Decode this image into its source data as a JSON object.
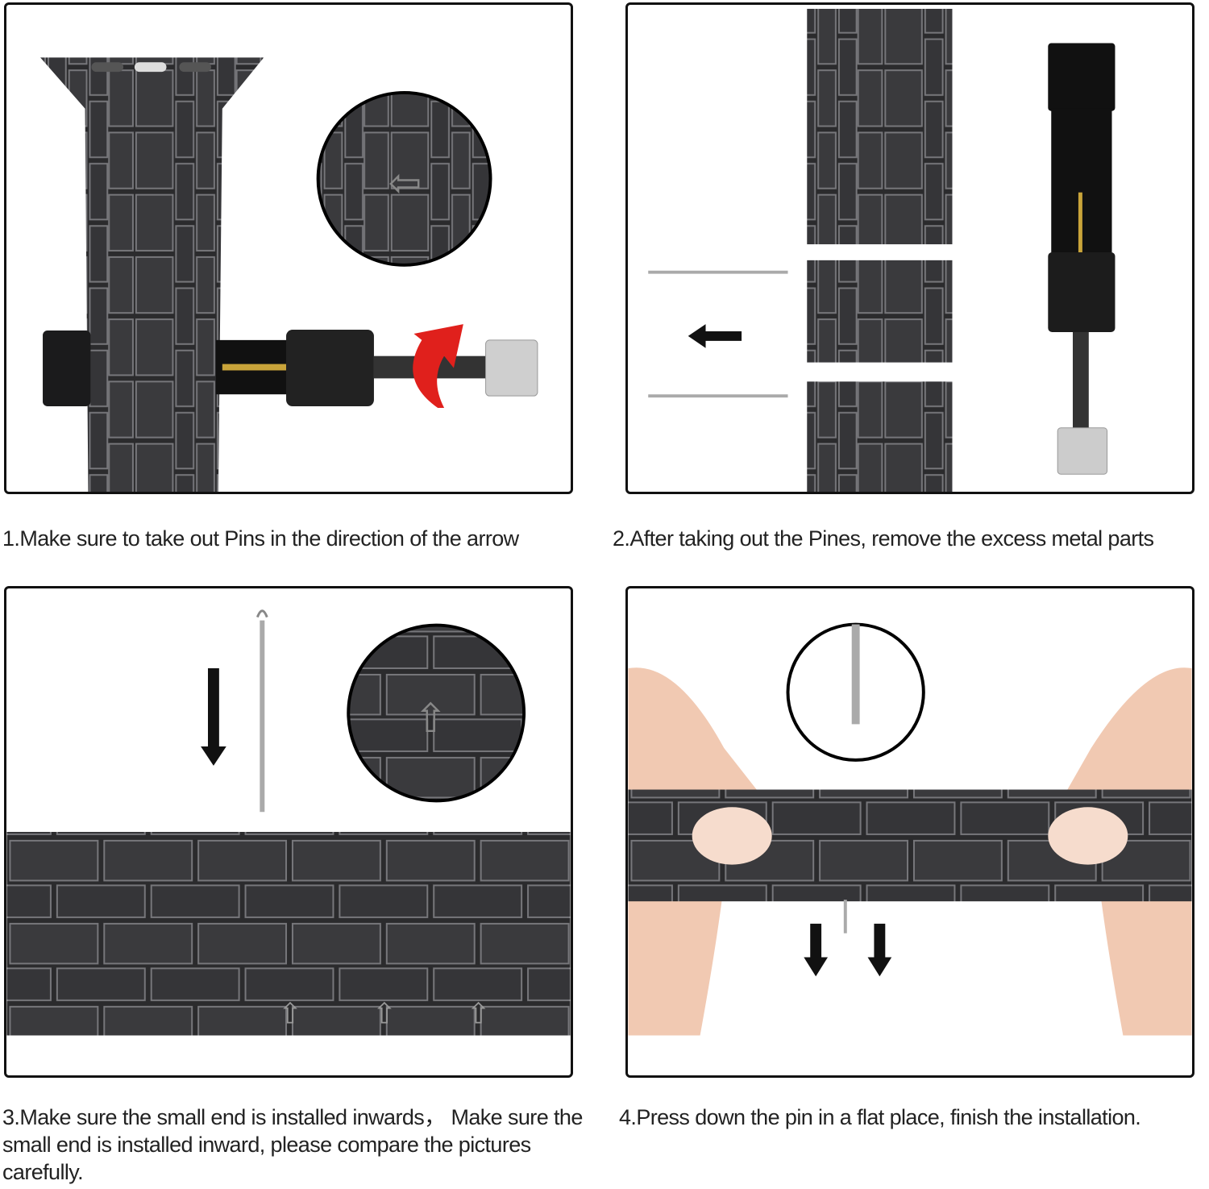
{
  "steps": [
    {
      "caption": "1.Make sure to take out Pins in the direction of the arrow"
    },
    {
      "caption": "2.After taking out the Pines, remove the excess metal parts"
    },
    {
      "caption": "3.Make sure the small end is installed inwards， Make sure the small end is installed inward, please compare the pictures carefully."
    },
    {
      "caption": "4.Press down the pin in a flat place, finish the installation."
    }
  ],
  "colors": {
    "band": "#2b2b2d",
    "link_edge": "#6a6a6e",
    "arrow_red": "#e0201c",
    "pin_gold": "#c9a43a",
    "skin": "#f1c9b2",
    "border": "#111111"
  }
}
